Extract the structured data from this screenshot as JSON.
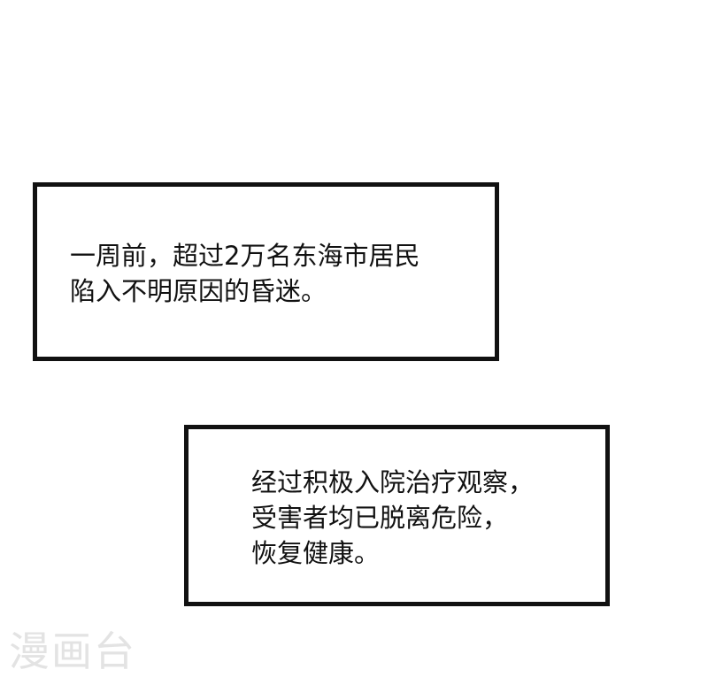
{
  "captions": [
    {
      "lines": [
        "一周前，超过2万名东海市居民",
        "陷入不明原因的昏迷。"
      ]
    },
    {
      "lines": [
        "经过积极入院治疗观察，",
        "受害者均已脱离危险，",
        "恢复健康。"
      ]
    }
  ],
  "watermark": "漫画台",
  "colors": {
    "background": "#ffffff",
    "border": "#111111",
    "text": "#111111",
    "watermark": "#e3e3e3"
  }
}
